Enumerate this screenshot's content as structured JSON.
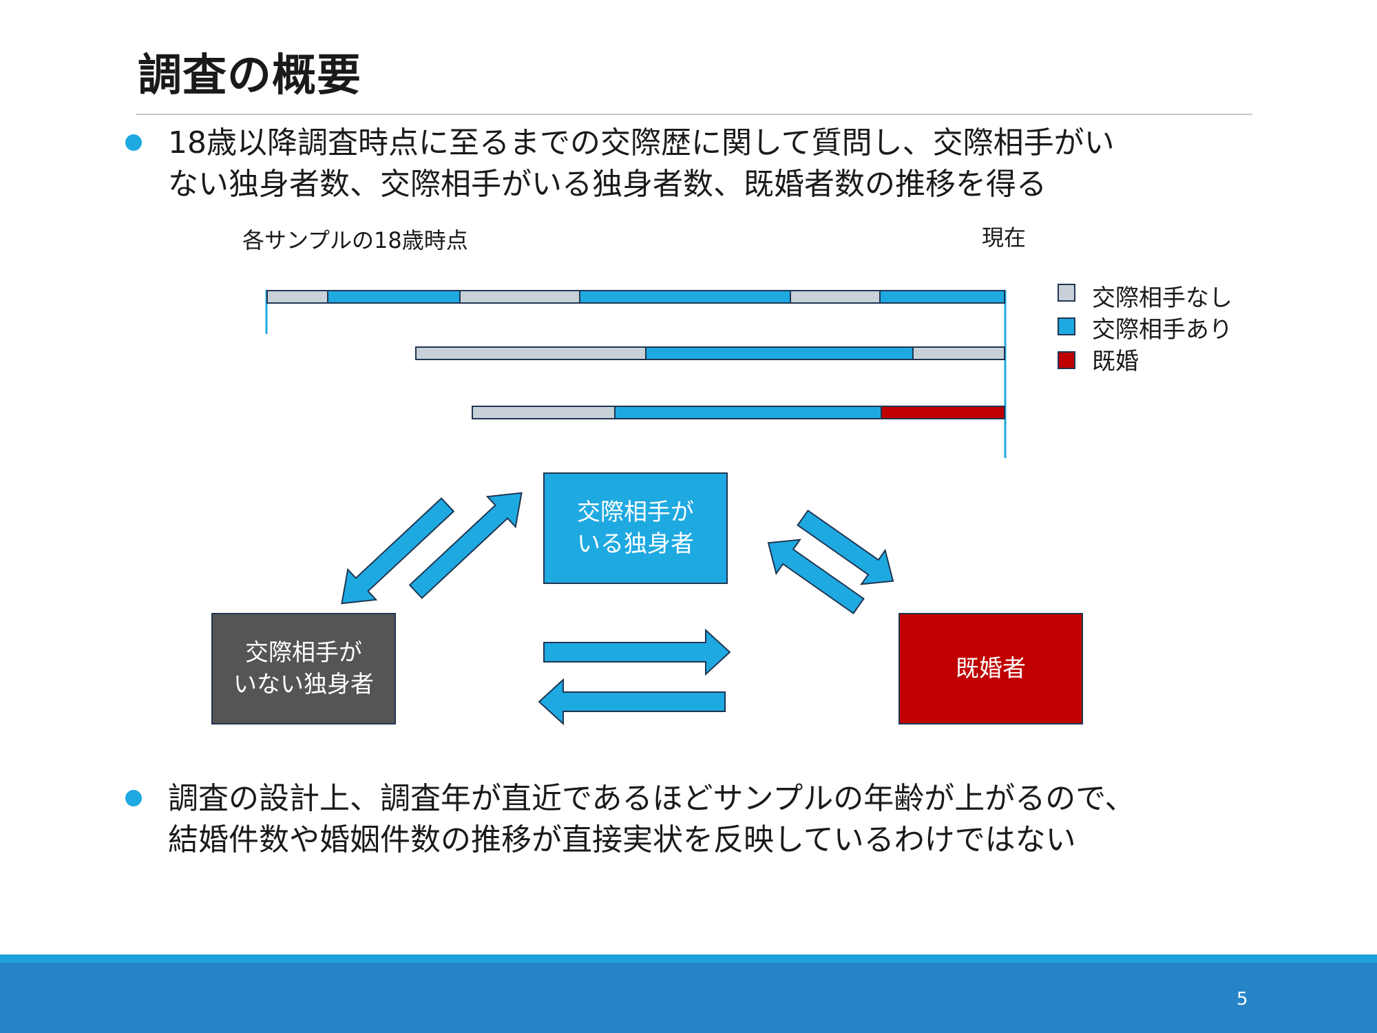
{
  "slide": {
    "title": "調査の概要",
    "bullet1_line1": "18歳以降調査時点に至るまでの交際歴に関して質問し、交際相手がい",
    "bullet1_line2": "ない独身者数、交際相手がいる独身者数、既婚者数の推移を得る",
    "bullet2_line1": "調査の設計上、調査年が直近であるほどサンプルの年齢が上がるので、",
    "bullet2_line2": "結婚件数や婚姻件数の推移が直接実状を反映しているわけではない",
    "page_number": "5"
  },
  "timeline": {
    "start_label": "各サンプルの18歳時点",
    "end_label": "現在",
    "legend": [
      {
        "label": "交際相手なし",
        "color": "#c9d1d8"
      },
      {
        "label": "交際相手あり",
        "color": "#1fa9e1"
      },
      {
        "label": "既婚",
        "color": "#c00000"
      }
    ]
  },
  "states": {
    "partner": {
      "line1": "交際相手が",
      "line2": "いる独身者",
      "color": "#1fa9e1"
    },
    "single": {
      "line1": "交際相手が",
      "line2": "いない独身者",
      "color": "#555555"
    },
    "married": {
      "line1": "既婚者",
      "color": "#c00000"
    }
  }
}
